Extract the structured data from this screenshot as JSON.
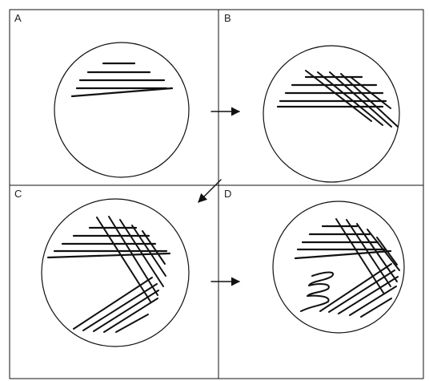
{
  "panels": [
    {
      "id": "A",
      "label": "A"
    },
    {
      "id": "B",
      "label": "B"
    },
    {
      "id": "C",
      "label": "C"
    },
    {
      "id": "D",
      "label": "D"
    }
  ],
  "colors": {
    "stroke": "#111111",
    "background": "#ffffff"
  },
  "icons": {
    "arrow_a_to_b": "right-arrow-icon",
    "arrow_b_to_c": "down-left-arrow-icon",
    "arrow_c_to_d": "right-arrow-icon"
  }
}
